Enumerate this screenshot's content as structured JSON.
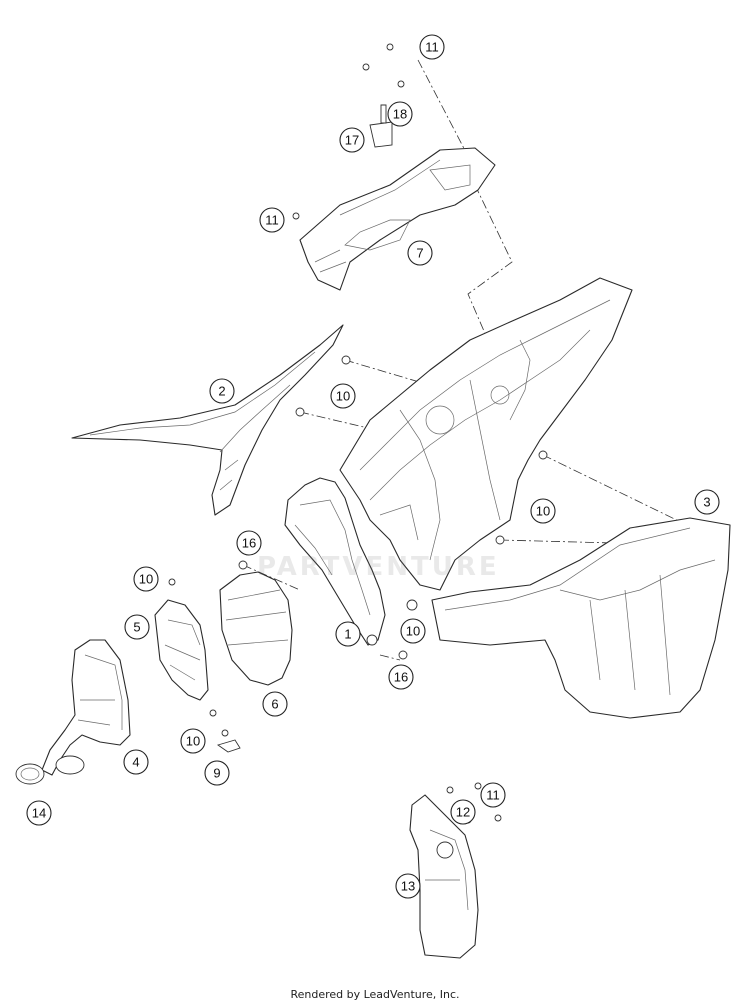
{
  "diagram": {
    "callouts": [
      "1",
      "2",
      "3",
      "4",
      "5",
      "6",
      "7",
      "9",
      "10",
      "11",
      "12",
      "13",
      "14",
      "16",
      "17",
      "18"
    ]
  },
  "watermark": "PARTVENTURE",
  "footer": "Rendered by LeadVenture, Inc."
}
